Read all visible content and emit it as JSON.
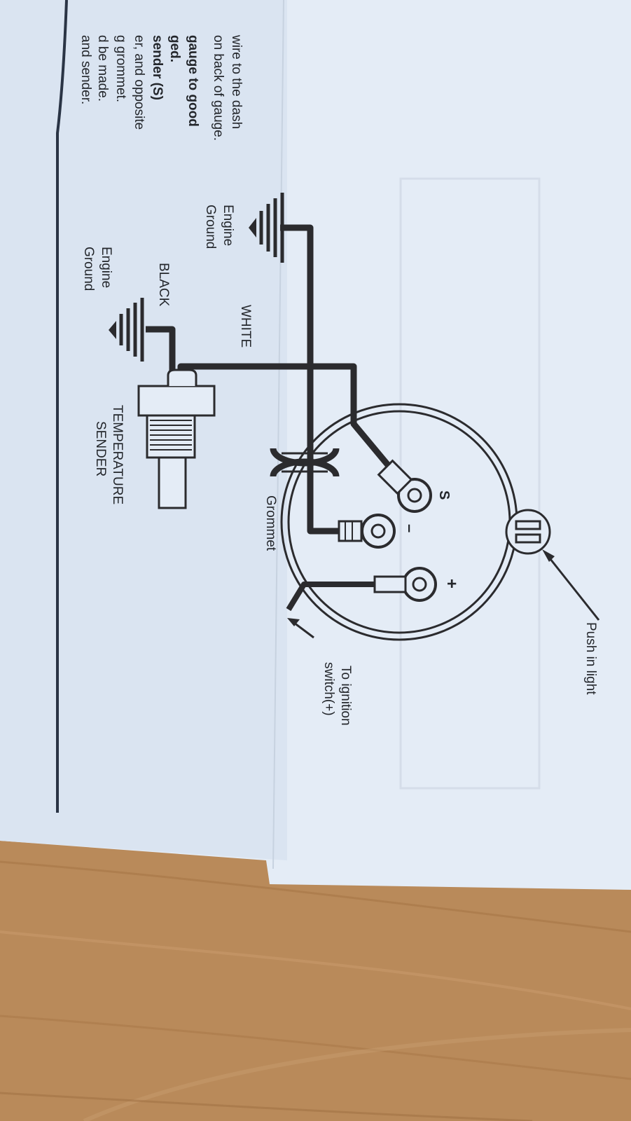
{
  "instructions": {
    "column_1": [
      "and sender.",
      "d be made.",
      "g grommet.",
      "er, and opposite",
      "sender (S)",
      "ged.",
      "gauge to good"
    ],
    "column_2": [
      "on back of gauge.",
      "wire to the dash"
    ]
  },
  "diagram": {
    "labels": {
      "push_in_light": "Push in light",
      "to_ignition_line1": "To ignition",
      "to_ignition_line2": "switch(+)",
      "grommet": "Grommet",
      "temp_sender_line1": "TEMPERATURE",
      "temp_sender_line2": "SENDER",
      "engine_ground_1_line1": "Engine",
      "engine_ground_1_line2": "Ground",
      "engine_ground_2_line1": "Engine",
      "engine_ground_2_line2": "Ground",
      "white_wire": "WHITE",
      "black_wire": "BLACK",
      "terminal_s": "S",
      "terminal_minus": "–",
      "terminal_plus": "+"
    }
  },
  "colors": {
    "paper": "#e3ebf6",
    "ink": "#2b2b2e",
    "table_wood": "#b98a5a"
  }
}
